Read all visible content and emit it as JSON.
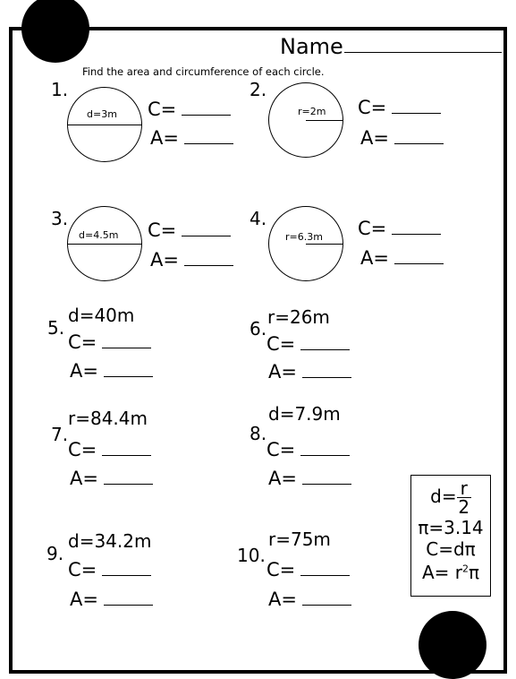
{
  "header": {
    "name_label": "Name",
    "instructions": "Find the area and circumference of each circle."
  },
  "problems_circles": [
    {
      "number": "1.",
      "label": "d=3m",
      "c_label": "C=",
      "a_label": "A="
    },
    {
      "number": "2.",
      "label": "r=2m",
      "c_label": "C=",
      "a_label": "A="
    },
    {
      "number": "3.",
      "label": "d=4.5m",
      "c_label": "C=",
      "a_label": "A="
    },
    {
      "number": "4.",
      "label": "r=6.3m",
      "c_label": "C=",
      "a_label": "A="
    }
  ],
  "problems_text": [
    {
      "number": "5.",
      "given": "d=40m",
      "c_label": "C=",
      "a_label": "A="
    },
    {
      "number": "6.",
      "given": "r=26m",
      "c_label": "C=",
      "a_label": "A="
    },
    {
      "number": "7.",
      "given": "r=84.4m",
      "c_label": "C=",
      "a_label": "A="
    },
    {
      "number": "8.",
      "given": "d=7.9m",
      "c_label": "C=",
      "a_label": "A="
    },
    {
      "number": "9.",
      "given": "d=34.2m",
      "c_label": "C=",
      "a_label": "A="
    },
    {
      "number": "10.",
      "given": "r=75m",
      "c_label": "C=",
      "a_label": "A="
    }
  ],
  "formulas": {
    "d_prefix": "d=",
    "d_numerator": "r",
    "d_denominator": "2",
    "pi": "π=3.14",
    "circumference": "C=dπ",
    "area_prefix": "A= r",
    "area_exponent": "2",
    "area_suffix": "π"
  }
}
